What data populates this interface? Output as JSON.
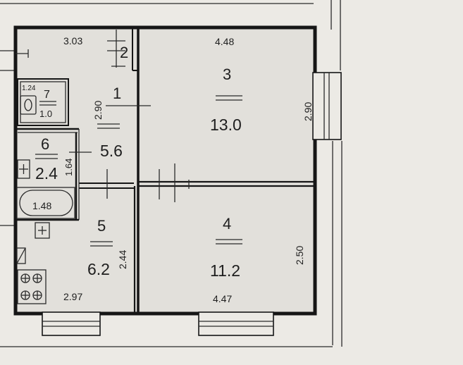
{
  "dimensions": {
    "corridor_width": "3.03",
    "room3_width": "4.48",
    "room3_height": "2.90",
    "room1_height": "2.90",
    "bath_width": "1.48",
    "bath_height": "1.64",
    "kitchen_width": "2.97",
    "kitchen_height": "2.44",
    "room4_width": "4.47",
    "room4_height": "2.50",
    "wc_width": "1.24"
  },
  "rooms": [
    {
      "id": "r1",
      "number": "1",
      "area": "5.6"
    },
    {
      "id": "r2",
      "number": "2",
      "area": ""
    },
    {
      "id": "r3",
      "number": "3",
      "area": "13.0"
    },
    {
      "id": "r4",
      "number": "4",
      "area": "11.2"
    },
    {
      "id": "r5",
      "number": "5",
      "area": "6.2"
    },
    {
      "id": "r6",
      "number": "6",
      "area": "2.4"
    },
    {
      "id": "r7",
      "number": "7",
      "area": "1.0"
    }
  ],
  "icons": {
    "toilet": "toilet-icon",
    "bathtub": "bathtub-icon",
    "stove": "stove-icon",
    "sink_bath": "sink-icon",
    "sink_kitchen": "kitchen-sink-icon"
  },
  "colors": {
    "paper": "#eceae5",
    "ink": "#161616",
    "room_fill": "#e2e0db"
  }
}
